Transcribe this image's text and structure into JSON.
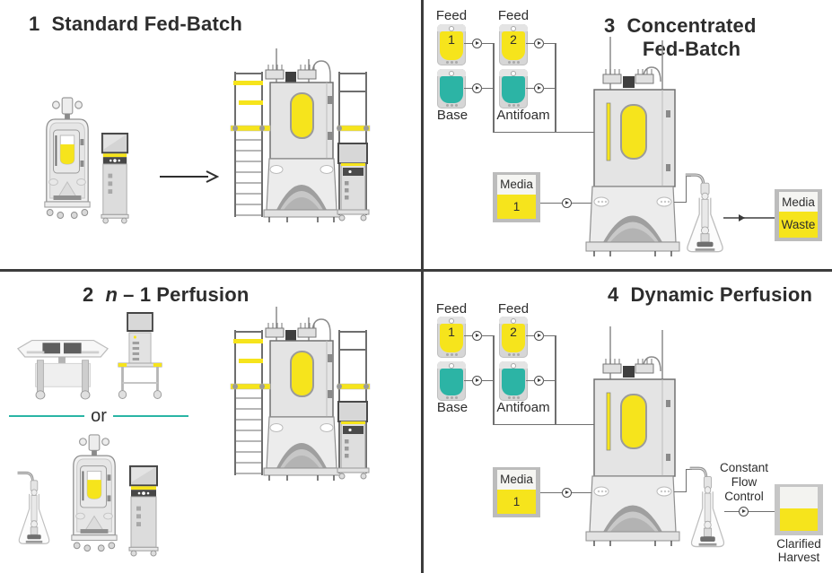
{
  "titles": {
    "q1_num": "1",
    "q1": "Standard Fed-Batch",
    "q2_num": "2",
    "q2_var": "n",
    "q2_mid": "– 1",
    "q2_end": "Perfusion",
    "q3_num": "3",
    "q3_line1": "Concentrated",
    "q3_line2": "Fed-Batch",
    "q4_num": "4",
    "q4": "Dynamic Perfusion"
  },
  "labels": {
    "feed": "Feed",
    "feed1_num": "1",
    "feed2_num": "2",
    "base": "Base",
    "antifoam": "Antifoam",
    "media": "Media",
    "media_num": "1",
    "waste_top": "Media",
    "waste_bottom": "Waste",
    "or": "or",
    "flow_line1": "Constant",
    "flow_line2": "Flow",
    "flow_line3": "Control",
    "harvest_line1": "Clarified",
    "harvest_line2": "Harvest"
  },
  "colors": {
    "yellow": "#f6e41c",
    "teal": "#2cb4a5",
    "ink": "#2d2d2d",
    "tube_gray": "#6f6f6f",
    "divider_gray": "#3c3c3c",
    "or_line_teal": "#2ab5a5"
  }
}
